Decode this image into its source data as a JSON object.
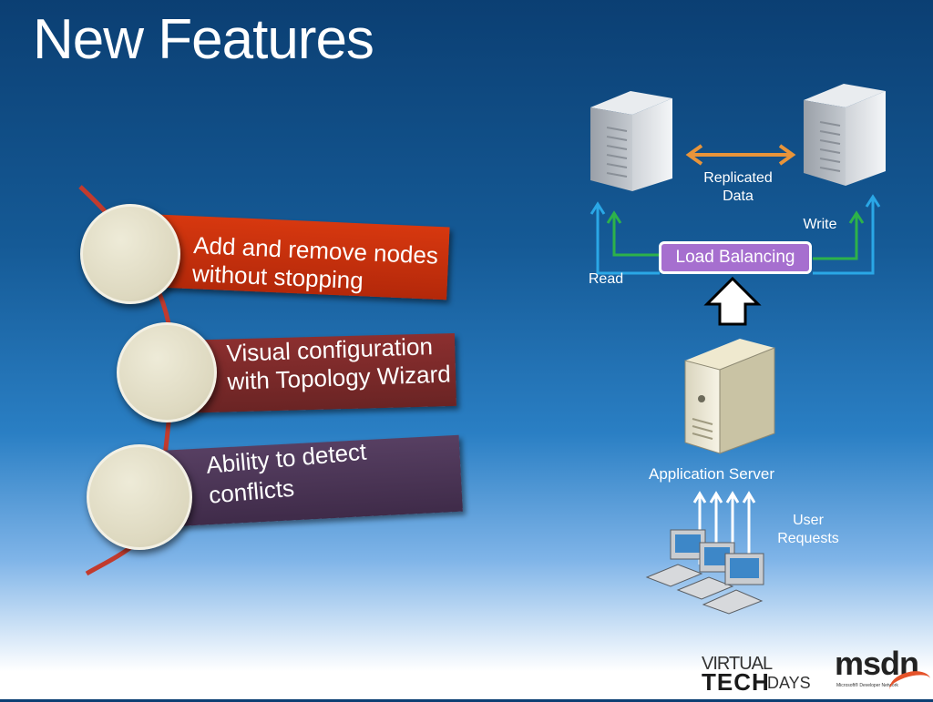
{
  "slide": {
    "title": "New Features"
  },
  "features": [
    {
      "label_line1": "Add and remove nodes",
      "label_line2": "without stopping",
      "color": "#c7300e"
    },
    {
      "label_line1": "Visual configuration",
      "label_line2": "with Topology Wizard",
      "color": "#7b2a2a"
    },
    {
      "label_line1": "Ability to detect",
      "label_line2": "conflicts",
      "color": "#4b3656"
    }
  ],
  "diagram": {
    "replicated_line1": "Replicated",
    "replicated_line2": "Data",
    "write": "Write",
    "read": "Read",
    "load_balancing": "Load Balancing",
    "app_server": "Application Server",
    "user_line1": "User",
    "user_line2": "Requests",
    "colors": {
      "read_arrow": "#2aa7e6",
      "write_arrow": "#2db24a",
      "replication": "#e8943a",
      "load_balancer": "#a66fcf"
    }
  },
  "branding": {
    "virtual": "VIRTUAL",
    "tech": "TECH",
    "days": "DAYS",
    "msdn": "msdn",
    "msdn_sub": "Microsoft® Developer Network"
  }
}
